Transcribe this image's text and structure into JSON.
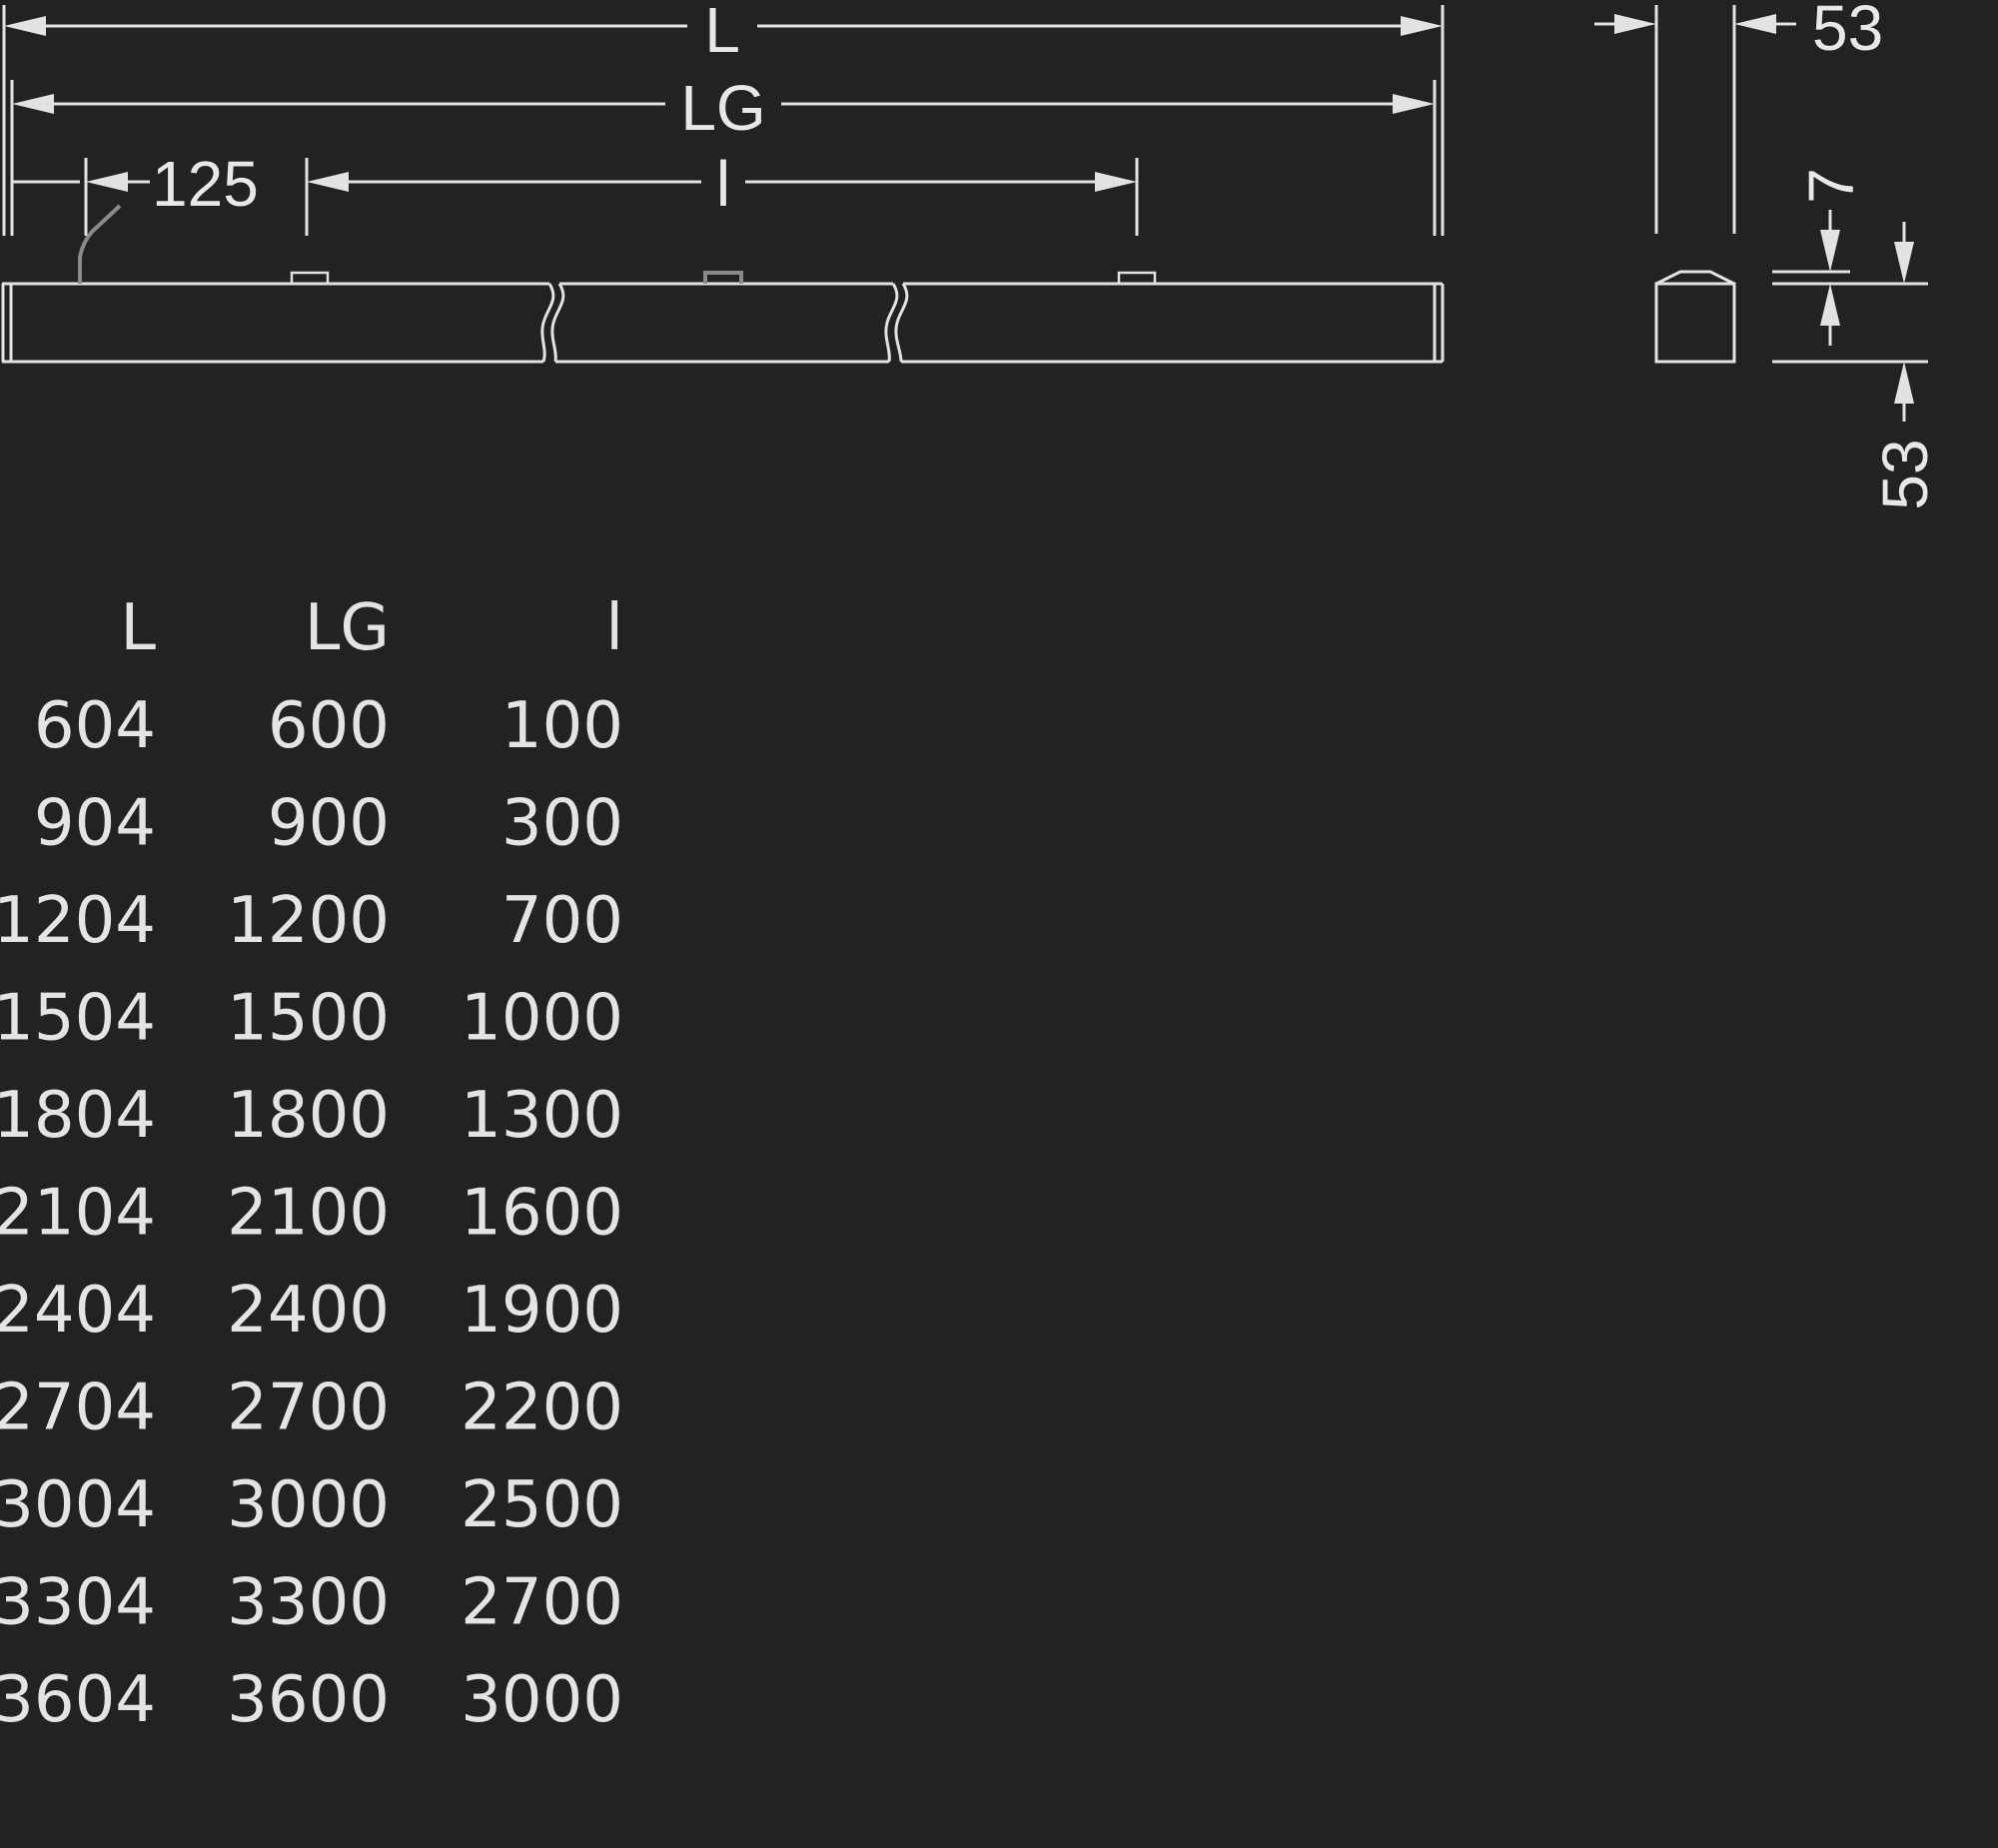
{
  "labels": {
    "dim_L": "L",
    "dim_LG": "LG",
    "dim_l": "l",
    "dim_125": "125",
    "dim_53_top": "53",
    "dim_7": "7",
    "dim_53_side": "53"
  },
  "table": {
    "headers": [
      "L",
      "LG",
      "l"
    ],
    "rows": [
      [
        "604",
        "600",
        "100"
      ],
      [
        "904",
        "900",
        "300"
      ],
      [
        "1204",
        "1200",
        "700"
      ],
      [
        "1504",
        "1500",
        "1000"
      ],
      [
        "1804",
        "1800",
        "1300"
      ],
      [
        "2104",
        "2100",
        "1600"
      ],
      [
        "2404",
        "2400",
        "1900"
      ],
      [
        "2704",
        "2700",
        "2200"
      ],
      [
        "3004",
        "3000",
        "2500"
      ],
      [
        "3304",
        "3300",
        "2700"
      ],
      [
        "3604",
        "3600",
        "3000"
      ]
    ]
  },
  "colors": {
    "background": "#222222",
    "line": "#e2e2e2",
    "cable": "#8a8a86"
  }
}
